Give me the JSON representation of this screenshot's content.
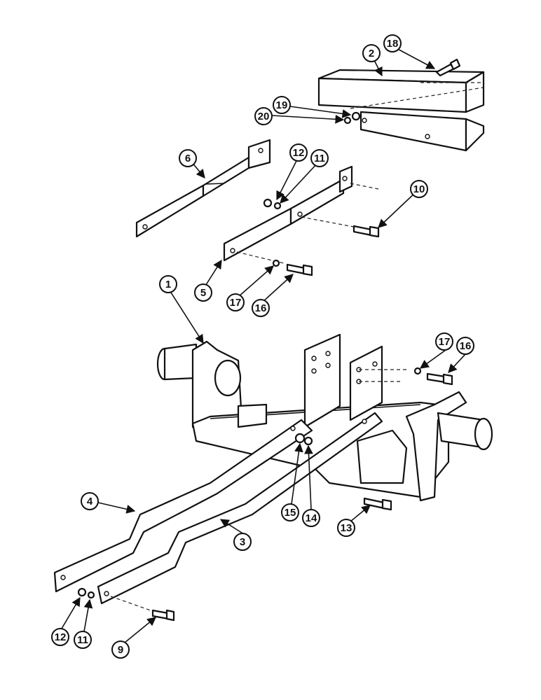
{
  "callouts": [
    {
      "id": "c1",
      "label": "1"
    },
    {
      "id": "c2",
      "label": "2"
    },
    {
      "id": "c3",
      "label": "3"
    },
    {
      "id": "c4",
      "label": "4"
    },
    {
      "id": "c5",
      "label": "5"
    },
    {
      "id": "c6",
      "label": "6"
    },
    {
      "id": "c9",
      "label": "9"
    },
    {
      "id": "c10",
      "label": "10"
    },
    {
      "id": "c11a",
      "label": "11"
    },
    {
      "id": "c11b",
      "label": "11"
    },
    {
      "id": "c12a",
      "label": "12"
    },
    {
      "id": "c12b",
      "label": "12"
    },
    {
      "id": "c13",
      "label": "13"
    },
    {
      "id": "c14",
      "label": "14"
    },
    {
      "id": "c15",
      "label": "15"
    },
    {
      "id": "c16a",
      "label": "16"
    },
    {
      "id": "c16b",
      "label": "16"
    },
    {
      "id": "c17a",
      "label": "17"
    },
    {
      "id": "c17b",
      "label": "17"
    },
    {
      "id": "c18",
      "label": "18"
    },
    {
      "id": "c19",
      "label": "19"
    },
    {
      "id": "c20",
      "label": "20"
    }
  ],
  "colors": {
    "line": "#111111",
    "background": "#ffffff"
  }
}
